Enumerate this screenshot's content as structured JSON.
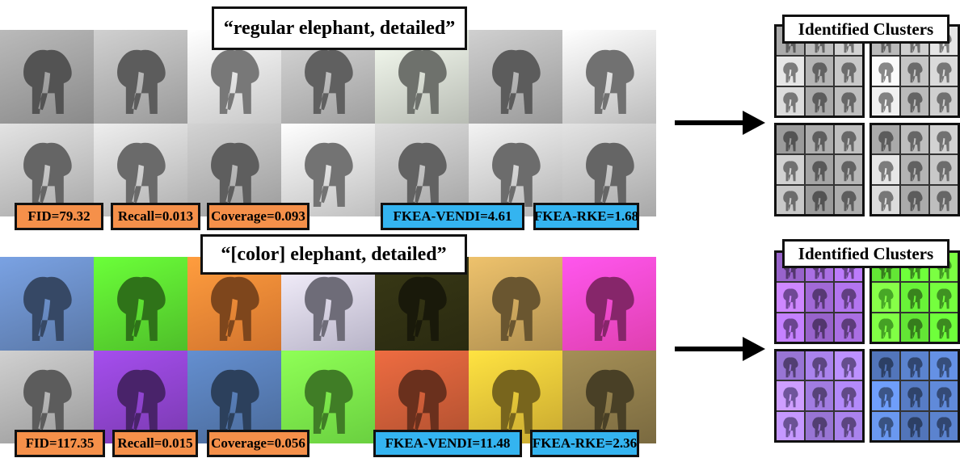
{
  "panels": [
    {
      "prompt": "“regular elephant, detailed”",
      "metrics": [
        {
          "label": "FID=79.32",
          "kind": "baseline"
        },
        {
          "label": "Recall=0.013",
          "kind": "baseline"
        },
        {
          "label": "Coverage=0.093",
          "kind": "baseline"
        },
        {
          "label": "FKEA-VENDI=4.61",
          "kind": "fkea"
        },
        {
          "label": "FKEA-RKE=1.68",
          "kind": "fkea"
        }
      ],
      "tile_colors": [
        "#8a8a8a",
        "#9a9a9a",
        "#c8c8c8",
        "#a0a0a0",
        "#b8bcb4",
        "#9a9a9a",
        "#bdbdbd",
        "#a8a8a8",
        "#b0b0b0",
        "#9c9c9c",
        "#c0c0c0",
        "#a4a4a4",
        "#b4b4b4",
        "#a8a8a8"
      ],
      "clusters_title": "Identified Clusters",
      "cluster_colors": [
        "#9a9a9a",
        "#a8a8a8",
        "#8c8c8c",
        "#9a9a9a"
      ]
    },
    {
      "prompt": "“[color] elephant, detailed”",
      "metrics": [
        {
          "label": "FID=117.35",
          "kind": "baseline"
        },
        {
          "label": "Recall=0.015",
          "kind": "baseline"
        },
        {
          "label": "Coverage=0.056",
          "kind": "baseline"
        },
        {
          "label": "FKEA-VENDI=11.48",
          "kind": "fkea"
        },
        {
          "label": "FKEA-RKE=2.36",
          "kind": "fkea"
        }
      ],
      "tile_colors": [
        "#5a78a8",
        "#4fbf2a",
        "#d2742e",
        "#b8b4c8",
        "#2a2a10",
        "#b09050",
        "#e040b0",
        "#9a9a9a",
        "#7a3ab0",
        "#4a6a9a",
        "#6ad040",
        "#b05030",
        "#c8a830",
        "#7a6a40"
      ],
      "clusters_title": "Identified Clusters",
      "cluster_colors": [
        "#8a5ab8",
        "#5ad030",
        "#8a6ac0",
        "#4a6aa8"
      ]
    }
  ],
  "colors": {
    "baseline": "#f5904a",
    "fkea": "#34b4f0",
    "border": "#111111"
  }
}
